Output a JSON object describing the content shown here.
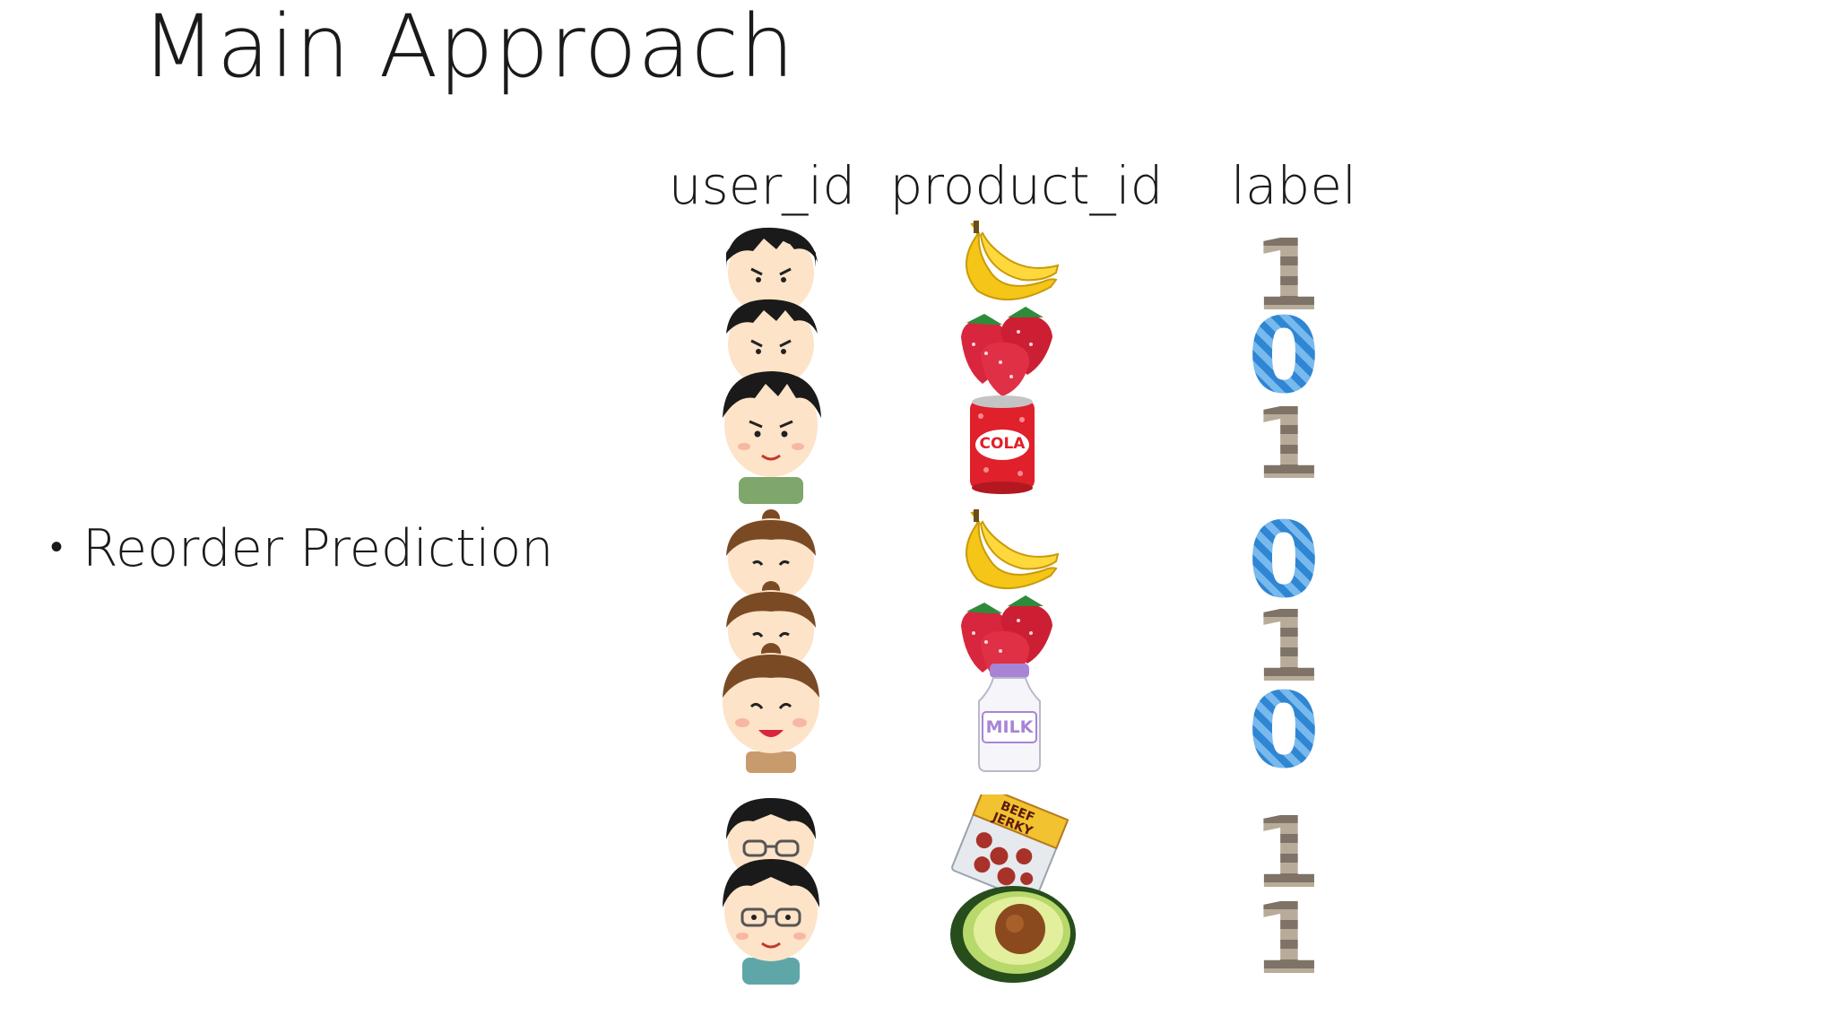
{
  "slide": {
    "title": "Main Approach",
    "bullet": "Reorder Prediction"
  },
  "table": {
    "headers": [
      "user_id",
      "product_id",
      "label"
    ],
    "groups": [
      {
        "user": "user-1-icon",
        "rows": [
          {
            "product": "banana-icon",
            "label": "1"
          },
          {
            "product": "strawberry-icon",
            "label": "0"
          },
          {
            "product": "cola-can-icon",
            "label": "1"
          }
        ]
      },
      {
        "user": "user-2-icon",
        "rows": [
          {
            "product": "banana-icon",
            "label": "0"
          },
          {
            "product": "strawberry-icon",
            "label": "1"
          },
          {
            "product": "milk-bottle-icon",
            "label": "0"
          }
        ]
      },
      {
        "user": "user-3-icon",
        "rows": [
          {
            "product": "beef-jerky-icon",
            "label": "1"
          },
          {
            "product": "avocado-icon",
            "label": "1"
          }
        ]
      }
    ],
    "product_text": {
      "cola": "COLA",
      "milk": "MILK",
      "jerky_line1": "BEEF",
      "jerky_line2": "JERKY"
    }
  },
  "colors": {
    "zero": "#3a8fd6",
    "one": "#8a7e72",
    "banana": "#f5c518",
    "strawberry": "#d7263d",
    "cola": "#e0202a"
  }
}
